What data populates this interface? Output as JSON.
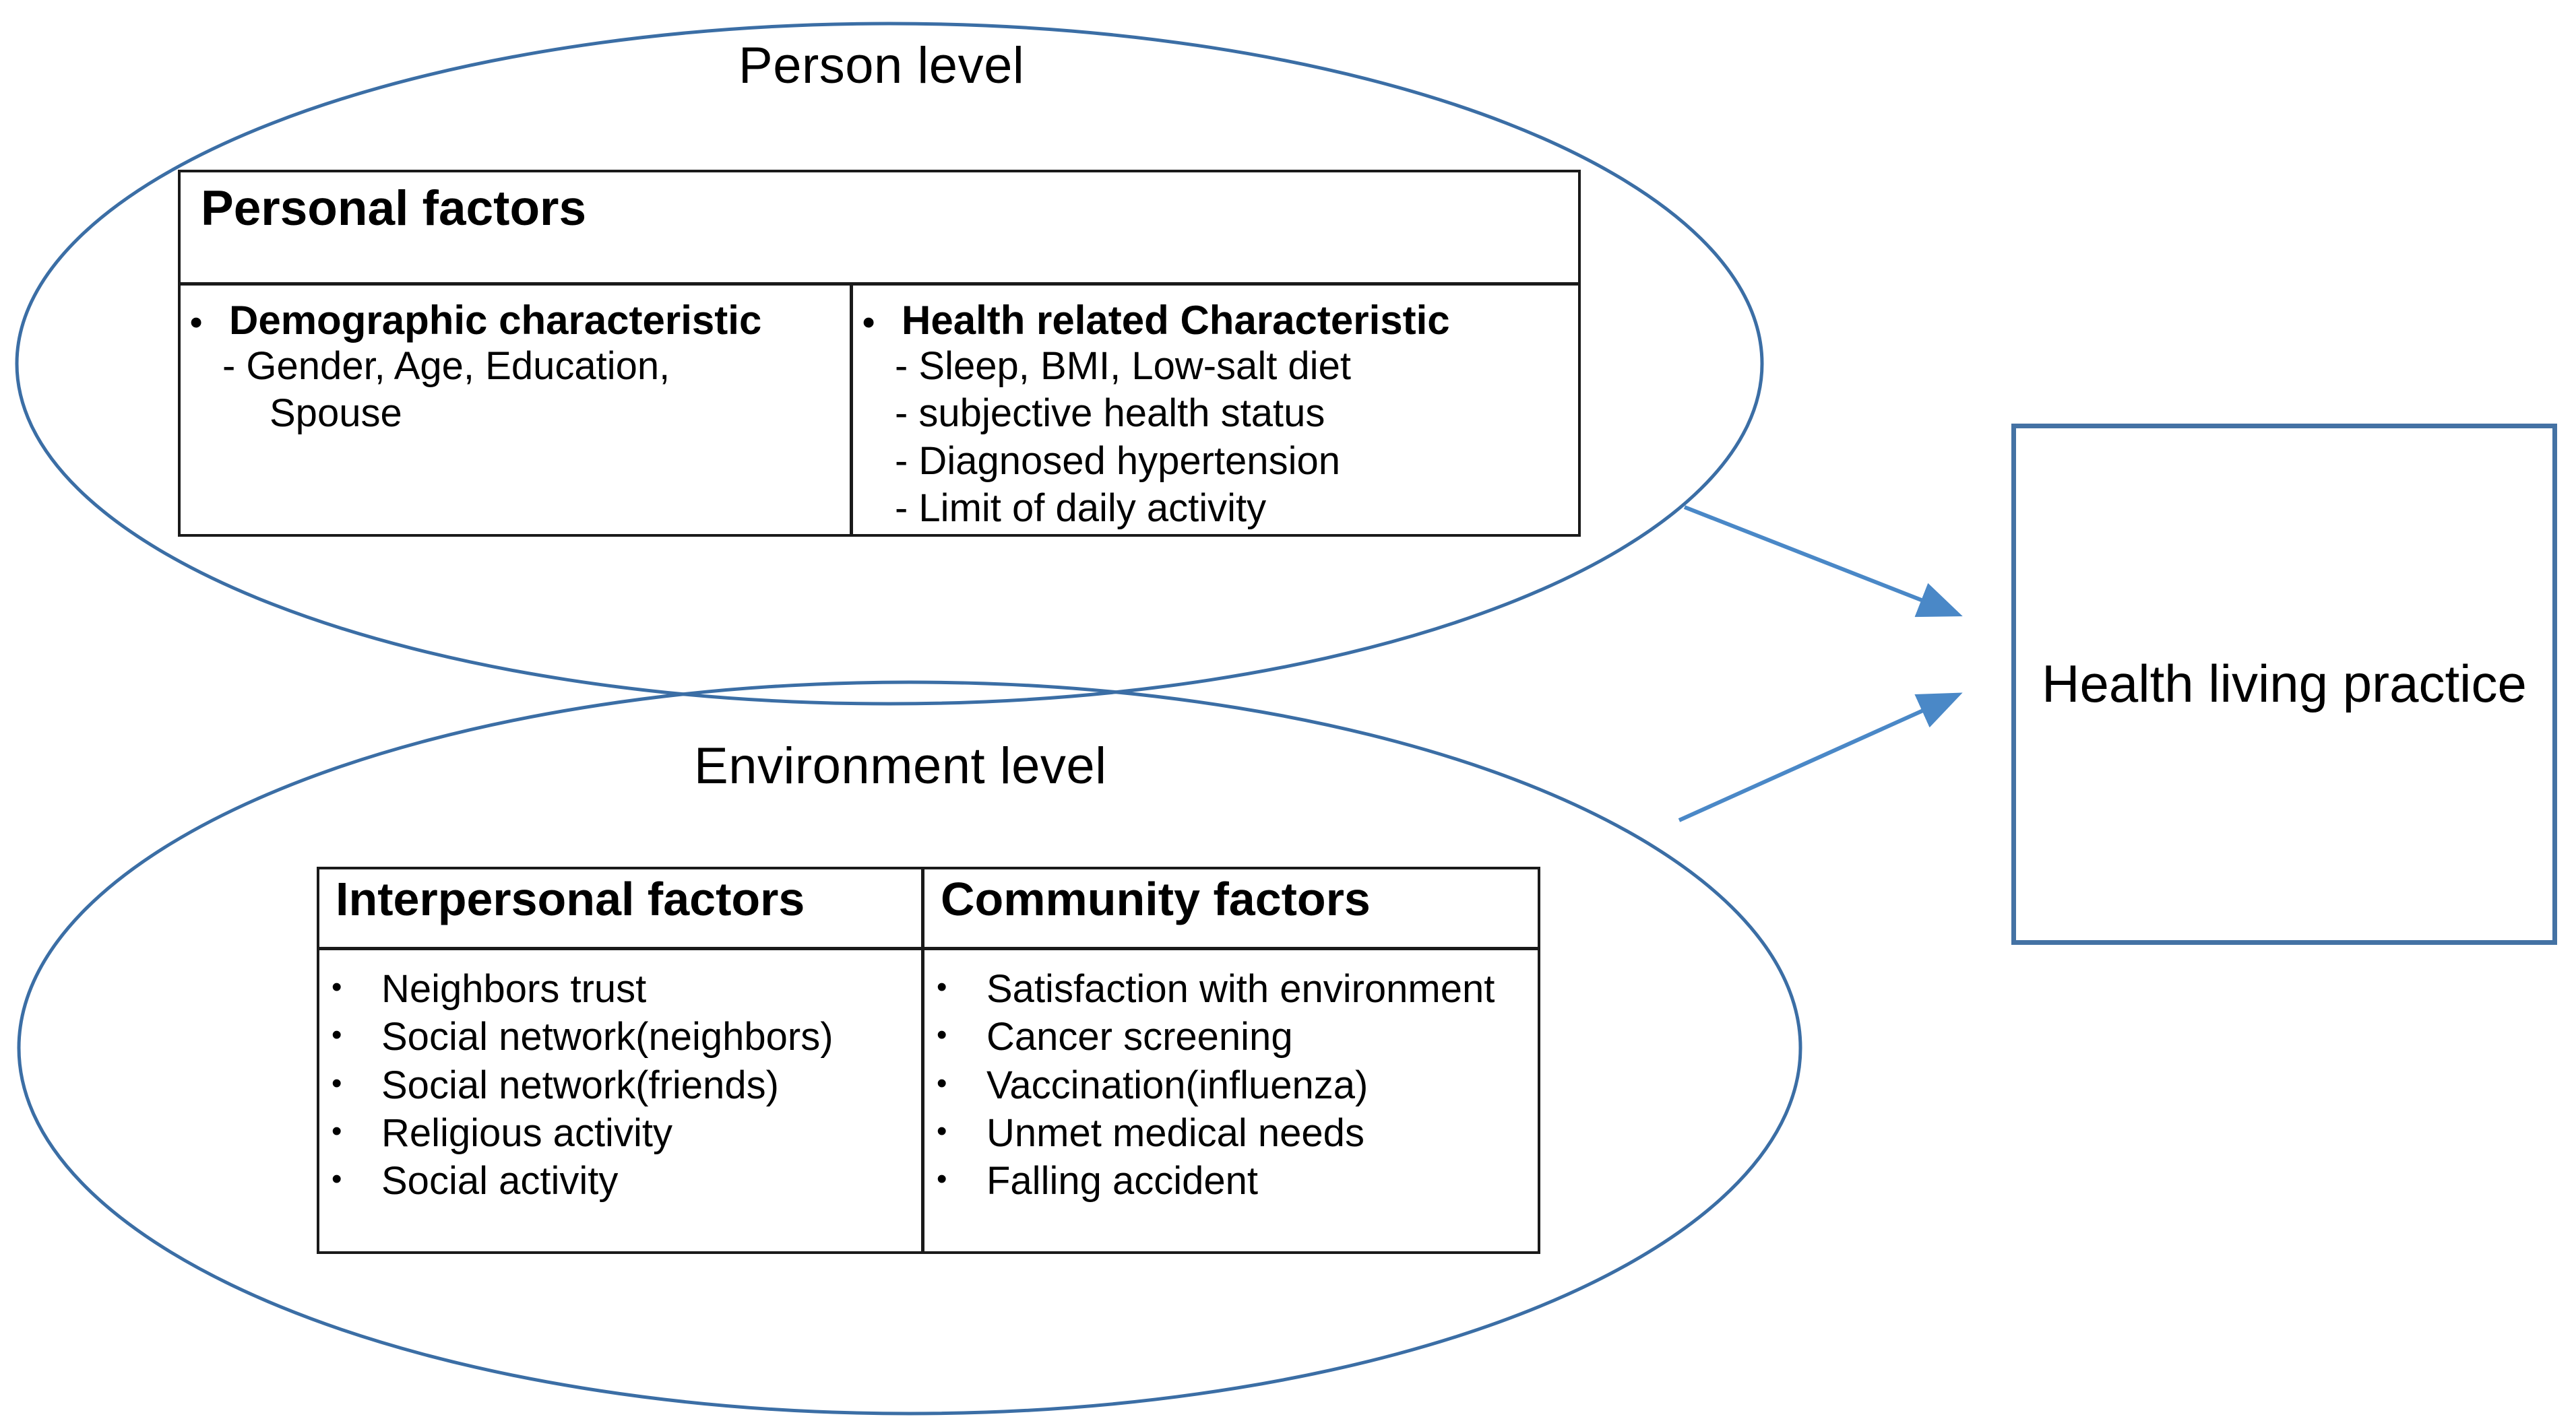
{
  "diagram": {
    "person_level": {
      "caption": "Person level",
      "table": {
        "title": "Personal factors",
        "columns": [
          {
            "heading": "Demographic characteristic",
            "bullet_glyph": "•",
            "items": [
              "- Gender, Age, Education,",
              "Spouse"
            ]
          },
          {
            "heading": "Health related Characteristic",
            "bullet_glyph": "•",
            "items": [
              "- Sleep, BMI, Low-salt diet",
              "- subjective health status",
              "- Diagnosed hypertension",
              "- Limit of daily activity"
            ]
          }
        ]
      }
    },
    "environment_level": {
      "caption": "Environment level",
      "table": {
        "columns": [
          {
            "heading": "Interpersonal factors",
            "bullet_glyph": "•",
            "items": [
              "Neighbors trust",
              "Social network(neighbors)",
              "Social network(friends)",
              "Religious activity",
              "Social activity"
            ]
          },
          {
            "heading": "Community factors",
            "bullet_glyph": "•",
            "items": [
              "Satisfaction with environment",
              "Cancer screening",
              "Vaccination(influenza)",
              "Unmet medical needs",
              "Falling accident"
            ]
          }
        ]
      }
    },
    "outcome": {
      "label": "Health living practice"
    },
    "colors": {
      "ellipse_stroke": "#3b6ea5",
      "arrow": "#4a88c7",
      "outcome_border": "#4472a4",
      "table_border": "#1a1a1a",
      "text": "#000000",
      "background": "#ffffff"
    }
  }
}
